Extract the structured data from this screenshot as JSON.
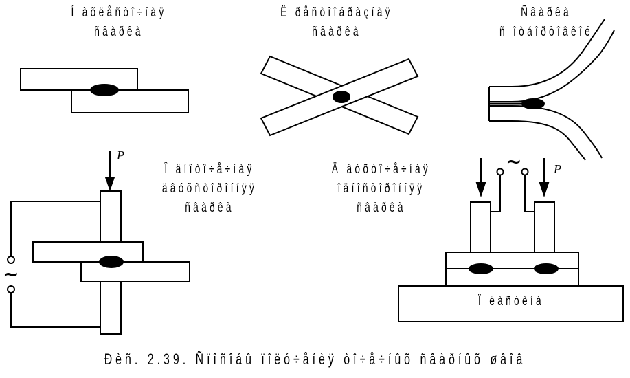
{
  "labels": {
    "lap_joint": [
      "Í àõëåñòî÷íàÿ",
      "ñâàðêà"
    ],
    "cross_joint": [
      "Ë ðåñòîîáðàçíàÿ",
      "ñâàðêà"
    ],
    "flare_joint": [
      "Ñâàðêà",
      "ñ îòáîðòîâêîé"
    ],
    "one_sided": [
      "Î äíîòî÷å÷íàÿ",
      "äâóõñòîðîííÿÿ",
      "ñâàðêà"
    ],
    "two_point": [
      "Ä âóõòî÷å÷íàÿ",
      "îäíîñòîðîííÿÿ",
      "ñâàðêà"
    ],
    "substrate": "Ï ëàñòèíà"
  },
  "symbols": {
    "force_left": "P",
    "force_right": "P",
    "ac_left": "~",
    "ac_right": "~"
  },
  "caption": "Ðèñ. 2.39. Ñïîñîáû ïîëó÷åíèÿ òî÷å÷íûõ ñâàðíûõ øâîâ"
}
